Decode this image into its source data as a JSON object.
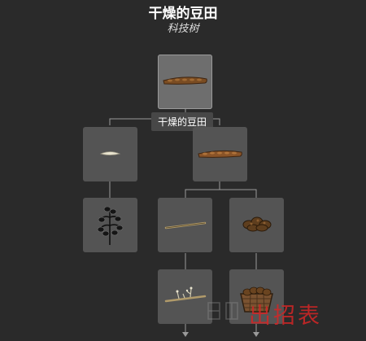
{
  "header": {
    "title": "干燥的豆田",
    "subtitle": "科技树"
  },
  "tooltip": {
    "label": "干燥的豆田"
  },
  "watermark": {
    "text": "出招表"
  },
  "colors": {
    "background": "#2a2a2a",
    "node": "#545454",
    "node_selected": "#6e6e6e",
    "connector": "#9a9a9a",
    "watermark": "#d42626"
  },
  "nodes": [
    {
      "id": "root",
      "icon": "dried-bean-pod-icon",
      "selected": true
    },
    {
      "id": "seed",
      "icon": "seed-icon"
    },
    {
      "id": "bean-pod",
      "icon": "bean-pod-icon"
    },
    {
      "id": "bean-plant",
      "icon": "bean-plant-icon"
    },
    {
      "id": "twig",
      "icon": "twig-icon"
    },
    {
      "id": "bean-pile",
      "icon": "bean-pile-icon"
    },
    {
      "id": "twig-sprouts",
      "icon": "twig-sprouts-icon"
    },
    {
      "id": "bean-basket",
      "icon": "bean-basket-icon"
    }
  ]
}
